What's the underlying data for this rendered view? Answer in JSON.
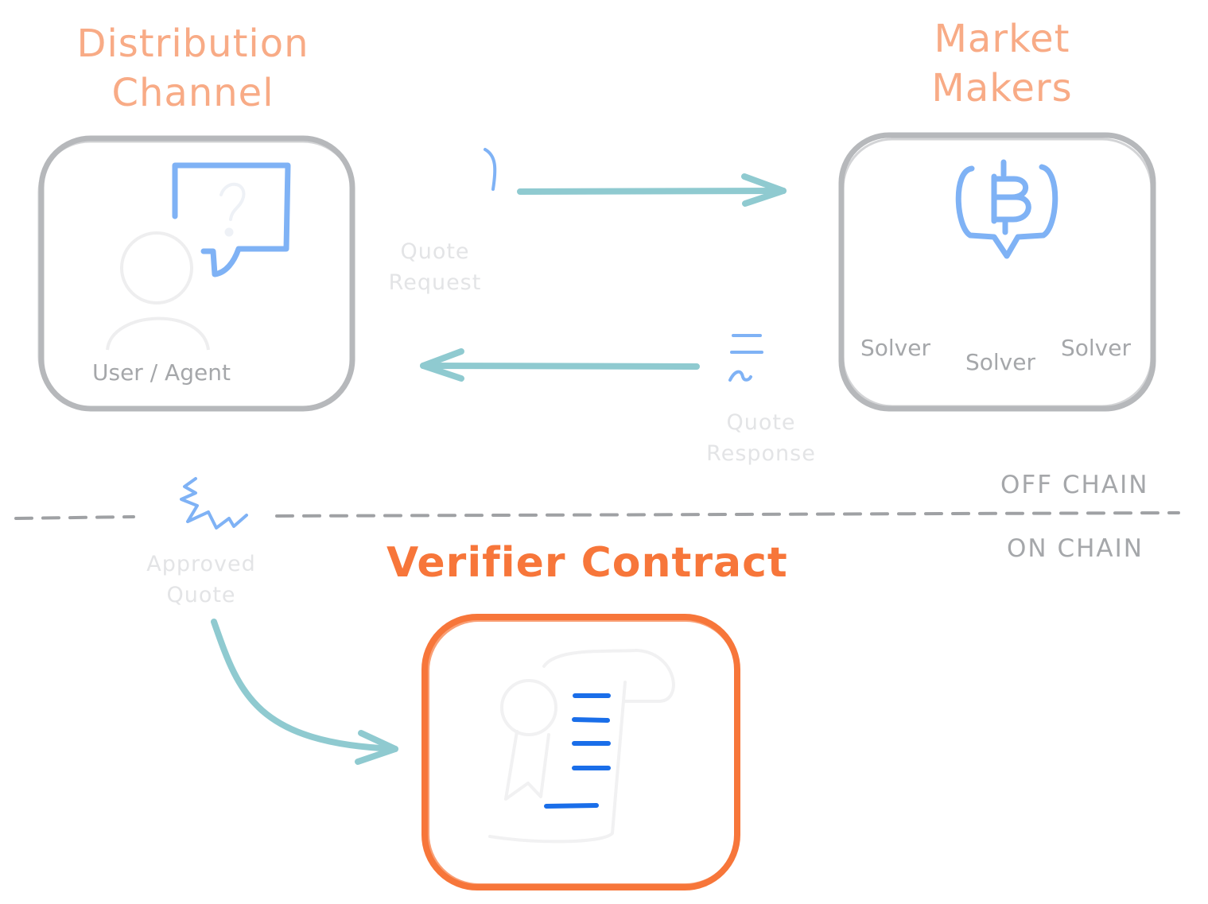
{
  "titles": {
    "distribution": "Distribution\nChannel",
    "market": "Market\nMakers",
    "verifier": "Verifier Contract"
  },
  "labels": {
    "user_agent": "User / Agent",
    "quote_request": "Quote\nRequest",
    "quote_response": "Quote\nResponse",
    "approved_quote": "Approved\nQuote",
    "solver_left": "Solver",
    "solver_middle": "Solver",
    "solver_right": "Solver",
    "off_chain": "OFF CHAIN",
    "on_chain": "ON CHAIN"
  },
  "colors": {
    "orange_light": "#f8ab86",
    "orange_strong": "#f7763a",
    "box_gray": "#b6b8bb",
    "blue": "#7fb2f5",
    "blue_strong": "#1a6ee9",
    "teal": "#8fcad0",
    "text_gray": "#a5a7aa",
    "text_faint": "#e3e4e6"
  },
  "icons": [
    "user-icon",
    "speech-bubble-icon",
    "bitcoin-bubble-icon",
    "certificate-scroll-icon"
  ]
}
